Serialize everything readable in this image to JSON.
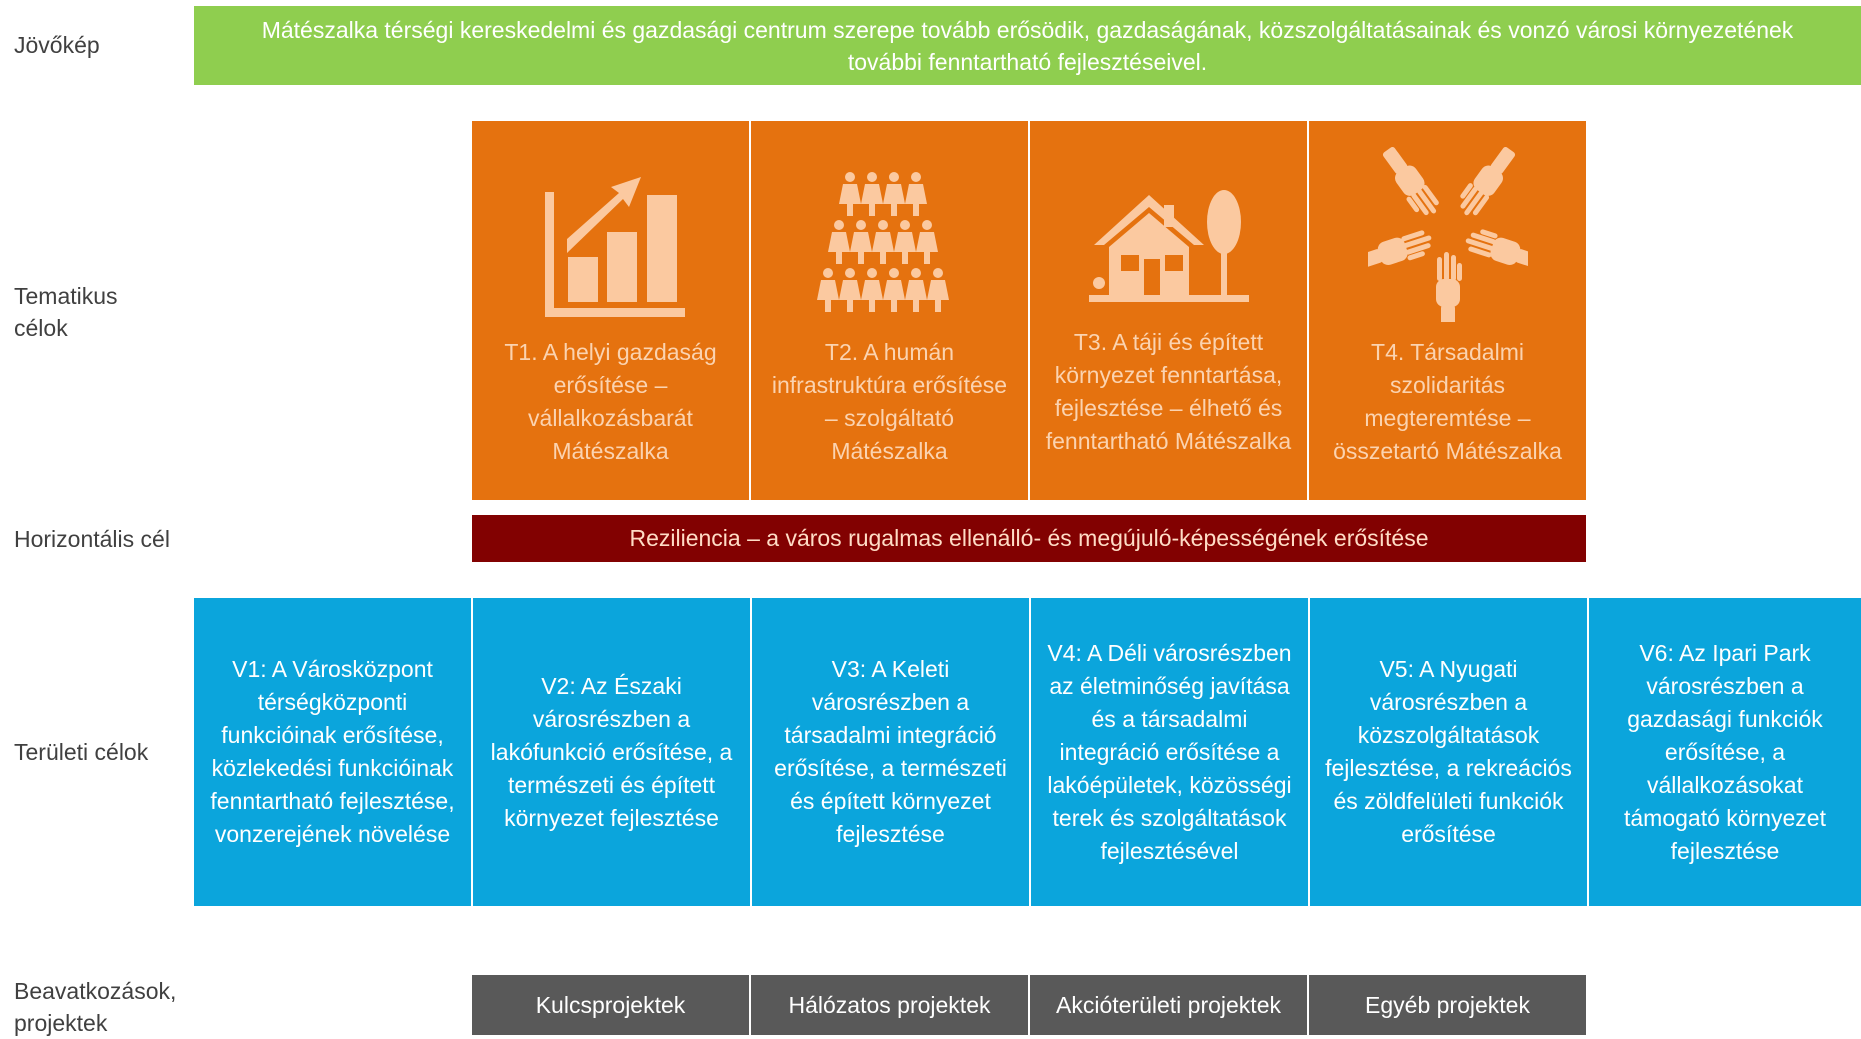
{
  "labels": {
    "vision": "Jövőkép",
    "thematic": "Tematikus célok",
    "horizontal": "Horizontális cél",
    "area": "Területi célok",
    "interventions": "Beavatkozások, projektek"
  },
  "vision_text": "Mátészalka térségi kereskedelmi és gazdasági centrum szerepe tovább erősödik, gazdaságának, közszolgáltatásainak és vonzó városi környezetének további fenntartható fejlesztéseivel.",
  "thematic_goals": [
    {
      "icon": "growth-chart-icon",
      "text": "T1. A helyi gazdaság erősítése – vállalkozásbarát Mátészalka"
    },
    {
      "icon": "people-pyramid-icon",
      "text": "T2. A humán infrastruktúra erősítése – szolgáltató Mátészalka"
    },
    {
      "icon": "house-tree-icon",
      "text": "T3. A táji és épített környezet fenntartása, fejlesztése – élhető és fenntartható Mátészalka"
    },
    {
      "icon": "joined-hands-icon",
      "text": "T4. Társadalmi szolidaritás megteremtése – összetartó Mátészalka"
    }
  ],
  "horizontal_goal": "Reziliencia – a város rugalmas ellenálló- és megújuló-képességének erősítése",
  "area_goals": [
    "V1: A Városközpont térségközponti funkcióinak erősítése, közlekedési funkcióinak fenntartható fejlesztése, vonzerejének növelése",
    "V2: Az Északi városrészben a lakófunkció erősítése, a természeti és épített környezet fejlesztése",
    "V3: A Keleti városrészben a társadalmi integráció erősítése, a természeti és épített környezet fejlesztése",
    "V4: A Déli városrészben az életminőség javítása és a társadalmi integráció erősítése a lakóépületek, közösségi terek és szolgáltatások fejlesztésével",
    "V5: A Nyugati városrészben a közszolgáltatások fejlesztése, a rekreációs és zöldfelületi funkciók erősítése",
    "V6: Az Ipari Park városrészben a gazdasági funkciók erősítése, a vállalkozásokat támogató környezet fejlesztése"
  ],
  "projects": [
    "Kulcsprojektek",
    "Hálózatos projektek",
    "Akcióterületi projektek",
    "Egyéb projektek"
  ],
  "colors": {
    "vision": "#8fce4f",
    "thematic": "#e5720f",
    "thematic_icon": "#fbc9a0",
    "horizontal": "#820101",
    "area": "#0ba5dc",
    "projects": "#595959"
  }
}
